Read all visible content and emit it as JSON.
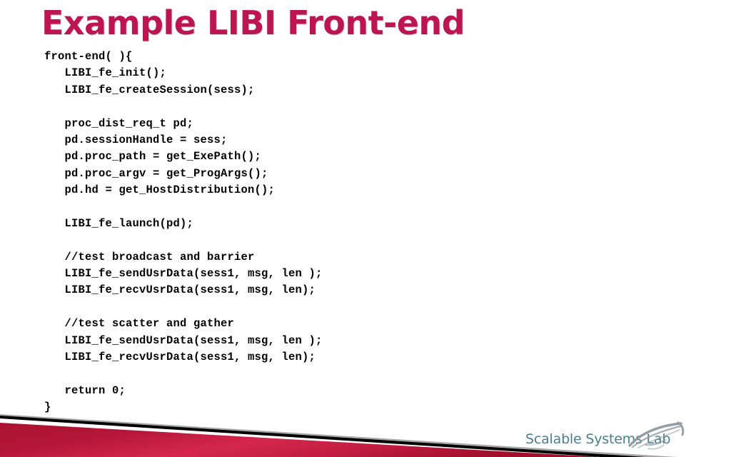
{
  "slide": {
    "title": "Example LIBI Front-end",
    "title_color": "#bd1550",
    "background_color": "#ffffff"
  },
  "code": {
    "language": "c",
    "lines": [
      "front-end( ){",
      "   LIBI_fe_init();",
      "   LIBI_fe_createSession(sess);",
      "",
      "   proc_dist_req_t pd;",
      "   pd.sessionHandle = sess;",
      "   pd.proc_path = get_ExePath();",
      "   pd.proc_argv = get_ProgArgs();",
      "   pd.hd = get_HostDistribution();",
      "",
      "   LIBI_fe_launch(pd);",
      "",
      "   //test broadcast and barrier",
      "   LIBI_fe_sendUsrData(sess1, msg, len );",
      "   LIBI_fe_recvUsrData(sess1, msg, len);",
      "",
      "   //test scatter and gather",
      "   LIBI_fe_sendUsrData(sess1, msg, len );",
      "   LIBI_fe_recvUsrData(sess1, msg, len);",
      "",
      "   return 0;",
      "}"
    ]
  },
  "footer": {
    "banner": {
      "red_color": "#b5163a",
      "red_highlight_color": "#d8284f",
      "black_color": "#000000",
      "gray_color": "#9a9a9a"
    },
    "logo": {
      "text": "Scalable Systems Lab",
      "text_color": "#4a7f8e",
      "swoosh_color": "#8e9aa0",
      "swoosh_icon": "swoosh-bird-icon"
    }
  }
}
